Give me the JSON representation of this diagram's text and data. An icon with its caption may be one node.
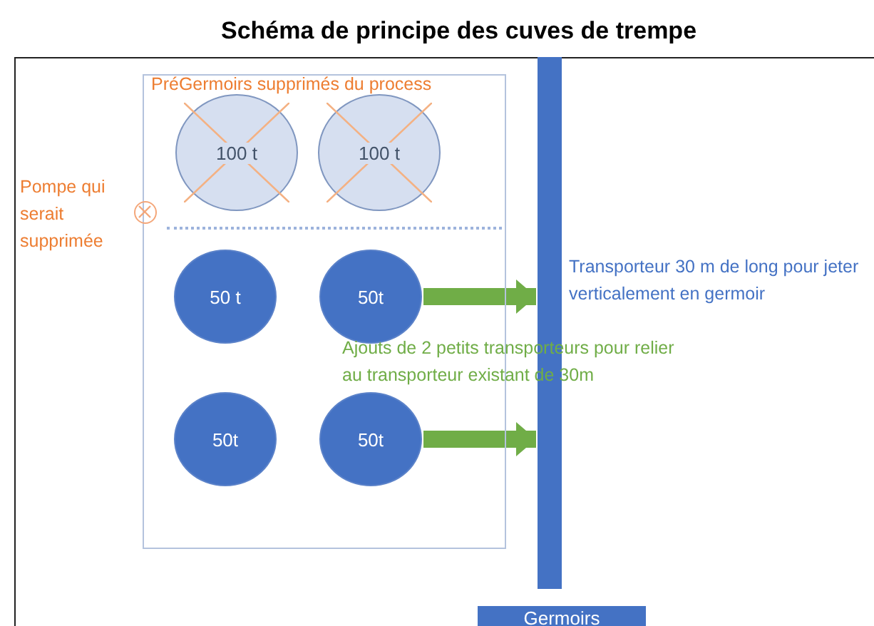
{
  "diagram": {
    "title": "Schéma de principe des cuves de trempe",
    "nodes": [
      {
        "text": [],
        "shape": "box"
      },
      {
        "text": [
          "100 t"
        ],
        "in": 0
      },
      {
        "text": [
          "100 t"
        ],
        "in": 0
      },
      {
        "text": [
          "50 t"
        ],
        "in": 0
      },
      {
        "text": [
          "50t"
        ],
        "in": 0
      },
      {
        "text": [
          "50t"
        ],
        "in": 0
      },
      {
        "text": [
          "50t"
        ],
        "in": 0
      },
      {
        "text": [],
        "shape": "circle",
        "beside": [
          "Pompe qui serait supprimée"
        ]
      },
      {
        "text": [],
        "shape": "bar",
        "beside": [
          "Transporteur 30 m de long pour jeter verticalement en germoir"
        ]
      },
      {
        "text": [
          "Germoirs"
        ]
      }
    ],
    "edges": [
      {
        "from": 4,
        "to": 8,
        "arrow": "to",
        "color": "#70ad47"
      },
      {
        "from": 6,
        "to": 8,
        "arrow": "to",
        "color": "#70ad47"
      }
    ],
    "labels": [
      "PréGermoirs supprimés du process",
      "Ajouts de 2 petits transporteurs pour relier au transporteur existant de 30m"
    ]
  }
}
